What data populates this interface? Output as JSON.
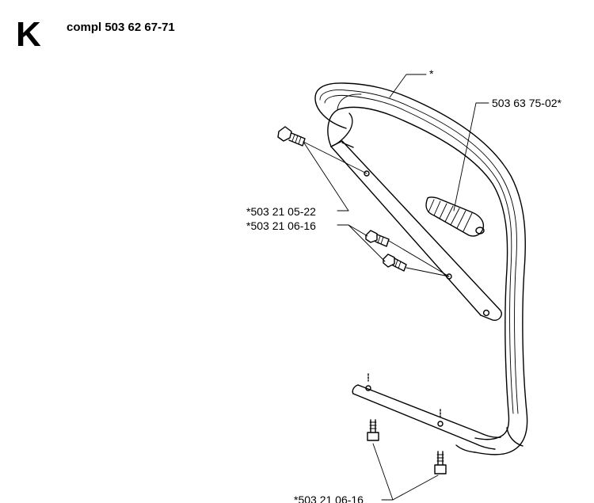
{
  "header": {
    "section_letter": "K",
    "assembly_title": "compl 503 62 67-71"
  },
  "parts": {
    "handle_bar": "*",
    "rubber_buffer": "503 63 75-02*",
    "screw_upper": "*503 21 05-22",
    "screw_middle": "*503 21 06-16",
    "screw_bottom": "*503 21 06-16"
  },
  "colors": {
    "line": "#000000",
    "background": "#ffffff"
  }
}
